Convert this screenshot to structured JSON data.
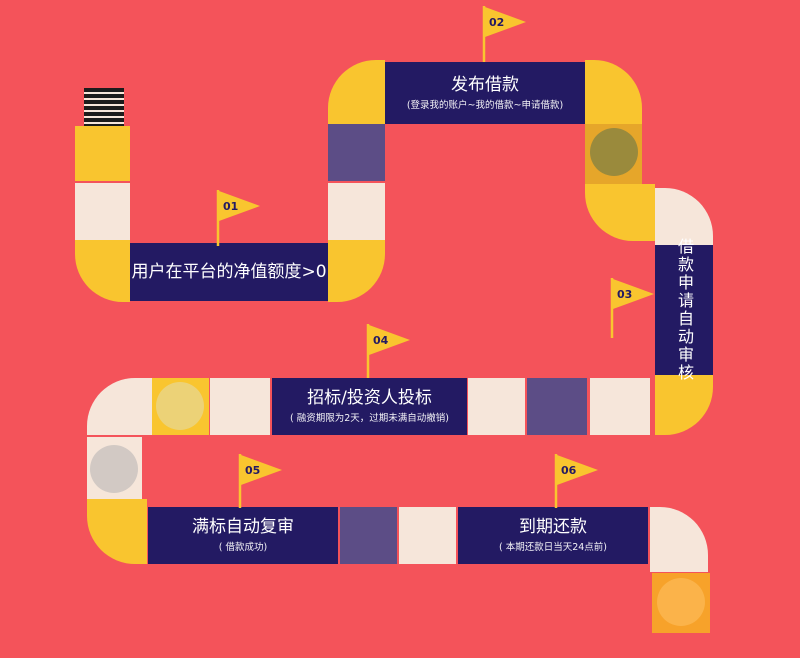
{
  "steps": [
    {
      "flag": "01",
      "title": "用户在平台的净值额度>0",
      "note": ""
    },
    {
      "flag": "02",
      "title": "发布借款",
      "note": "(登录我的账户~我的借款~申请借款)"
    },
    {
      "flag": "03",
      "title": "借款申请自动审核",
      "note": ""
    },
    {
      "flag": "04",
      "title": "招标/投资人投标",
      "note": "( 融资期限为2天，过期未满自动撤销)"
    },
    {
      "flag": "05",
      "title": "满标自动复审",
      "note": "( 借款成功)"
    },
    {
      "flag": "06",
      "title": "到期还款",
      "note": "( 本期还款日当天24点前)"
    }
  ],
  "colors": {
    "background": "#f4535a",
    "path_yellow": "#f9c52f",
    "path_cream": "#f6e6da",
    "path_purple": "#5c4d86",
    "step_box": "#231a63",
    "flag": "#f9c52f"
  },
  "icons": [
    "flag-icon",
    "finish-stripes-icon"
  ]
}
